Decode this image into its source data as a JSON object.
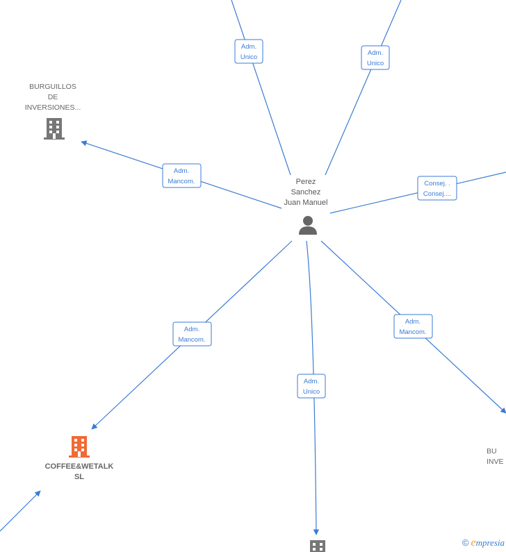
{
  "colors": {
    "edge": "#3a7bd5",
    "company_icon": "#777777",
    "highlight_company_icon": "#f06a35",
    "person_icon": "#666666"
  },
  "nodes": {
    "center_person": {
      "label": "Perez\nSanchez\nJuan Manuel",
      "icon": "person-icon"
    },
    "burguillos": {
      "label": "BURGUILLOS\nDE\nINVERSIONES...",
      "icon": "building-icon"
    },
    "coffee": {
      "label": "COFFEE&WETALK\nSL",
      "icon": "building-icon"
    },
    "right_partial": {
      "label": "BU\nINVE",
      "icon": "building-icon"
    },
    "bottom_partial": {
      "label": "",
      "icon": "building-icon"
    }
  },
  "edges": {
    "top_left": {
      "line1": "Adm.",
      "line2": "Unico"
    },
    "top_right": {
      "line1": "Adm.",
      "line2": "Unico"
    },
    "to_burguillos": {
      "line1": "Adm.",
      "line2": "Mancom."
    },
    "right": {
      "line1": "Consej. .",
      "line2": "Consej...."
    },
    "to_coffee": {
      "line1": "Adm.",
      "line2": "Mancom."
    },
    "down": {
      "line1": "Adm.",
      "line2": "Unico"
    },
    "lower_right": {
      "line1": "Adm.",
      "line2": "Mancom."
    }
  },
  "watermark": {
    "copyright": "©",
    "brand_e": "e",
    "brand_rest": "mpresia"
  }
}
